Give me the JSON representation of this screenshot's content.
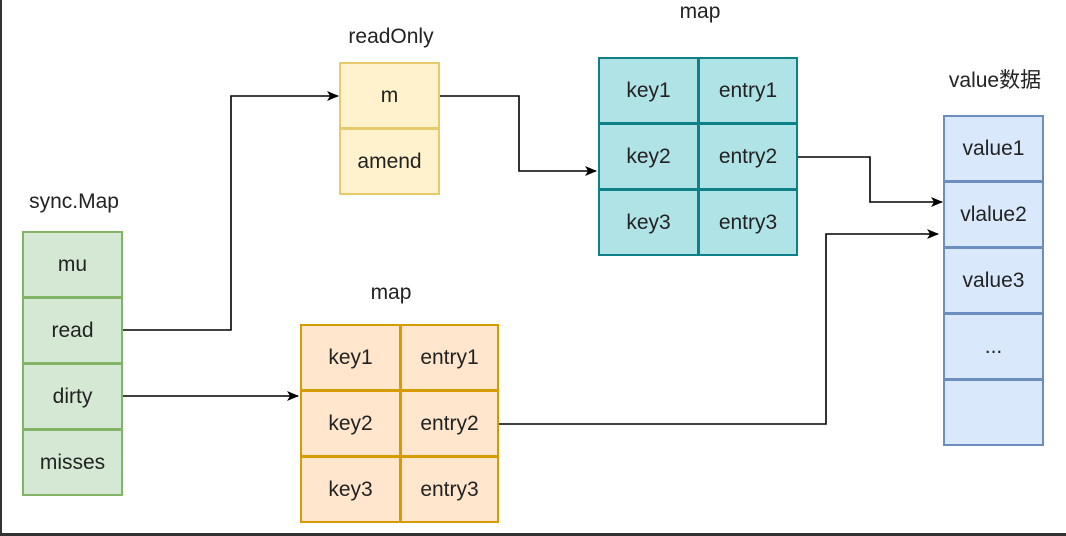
{
  "syncmap": {
    "title": "sync.Map",
    "fields": [
      "mu",
      "read",
      "dirty",
      "misses"
    ]
  },
  "readonly": {
    "title": "readOnly",
    "fields": [
      "m",
      "amend"
    ]
  },
  "read_map": {
    "title": "map",
    "rows": [
      [
        "key1",
        "entry1"
      ],
      [
        "key2",
        "entry2"
      ],
      [
        "key3",
        "entry3"
      ]
    ]
  },
  "dirty_map": {
    "title": "map",
    "rows": [
      [
        "key1",
        "entry1"
      ],
      [
        "key2",
        "entry2"
      ],
      [
        "key3",
        "entry3"
      ]
    ]
  },
  "values": {
    "title": "value数据",
    "items": [
      "value1",
      "vlalue2",
      "value3",
      "...",
      ""
    ]
  },
  "colors": {
    "syncmap_fill": "#d5e8d4",
    "syncmap_stroke": "#82b366",
    "readonly_fill": "#fff2cc",
    "readonly_stroke": "#e8c96b",
    "read_map_fill": "#b0e3e6",
    "read_map_stroke": "#0e8088",
    "dirty_map_fill": "#ffe6cc",
    "dirty_map_stroke": "#d79b00",
    "values_fill": "#dae8fc",
    "values_stroke": "#6c8ebf",
    "arrow": "#000000"
  }
}
